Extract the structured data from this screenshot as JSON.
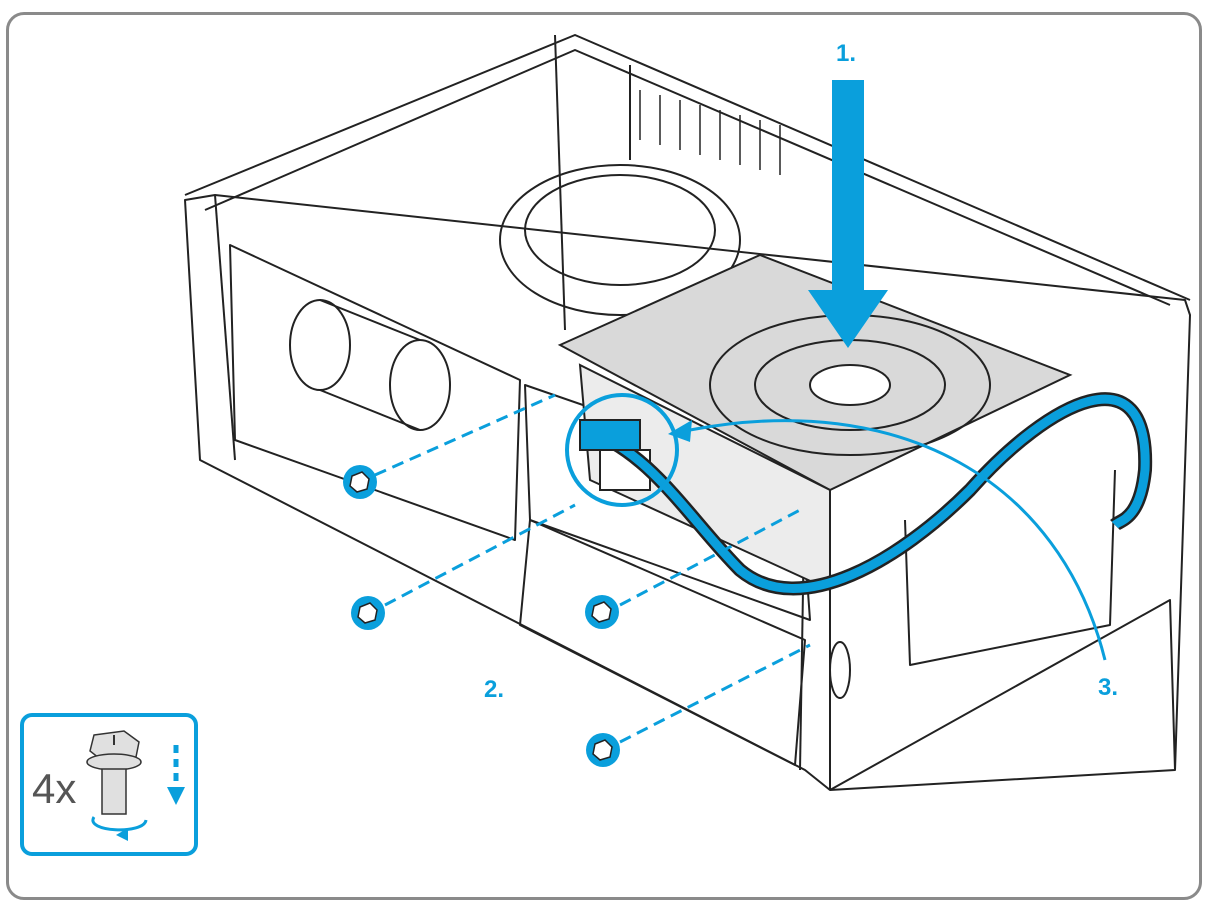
{
  "steps": {
    "step1": "1.",
    "step2": "2.",
    "step3": "3."
  },
  "inset": {
    "quantity": "4x",
    "icon": "screw-tighten-icon"
  },
  "colors": {
    "accent": "#0a9fdc",
    "line": "#222222",
    "frame": "#8a8a8a",
    "psu_fill": "#d9d9d9"
  }
}
